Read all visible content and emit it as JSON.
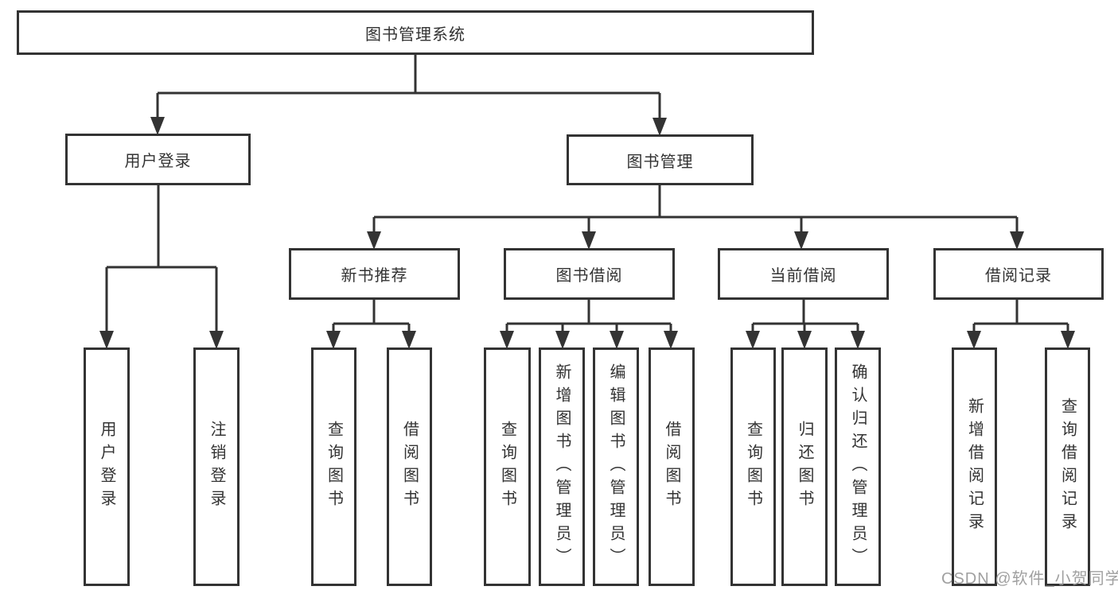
{
  "tree": {
    "root": "图书管理系统",
    "l2": [
      {
        "label": "用户登录",
        "children": [
          "用户登录",
          "注销登录"
        ]
      },
      {
        "label": "图书管理",
        "children": [
          {
            "label": "新书推荐",
            "children": [
              "查询图书",
              "借阅图书"
            ]
          },
          {
            "label": "图书借阅",
            "children": [
              "查询图书",
              "新增图书（管理员）",
              "编辑图书（管理员）",
              "借阅图书"
            ]
          },
          {
            "label": "当前借阅",
            "children": [
              "查询图书",
              "归还图书",
              "确认归还（管理员）"
            ]
          },
          {
            "label": "借阅记录",
            "children": [
              "新增借阅记录",
              "查询借阅记录"
            ]
          }
        ]
      }
    ]
  },
  "watermark": "CSDN @软件_小贺同学",
  "colors": {
    "line": "#333333",
    "box_border": "#333333",
    "text": "#333333",
    "watermark": "#989898",
    "background": "#ffffff"
  }
}
